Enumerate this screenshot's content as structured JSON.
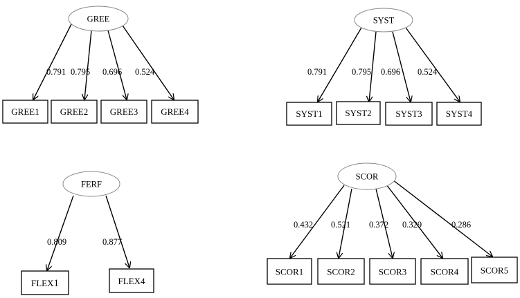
{
  "groups": {
    "gree": {
      "latent": "GREE",
      "indicators": [
        "GREE1",
        "GREE2",
        "GREE3",
        "GREE4"
      ],
      "loadings": [
        "0.791",
        "0.795",
        "0.696",
        "0.524"
      ]
    },
    "syst": {
      "latent": "SYST",
      "indicators": [
        "SYST1",
        "SYST2",
        "SYST3",
        "SYST4"
      ],
      "loadings": [
        "0.791",
        "0.795",
        "0.696",
        "0.524"
      ]
    },
    "ferf": {
      "latent": "FERF",
      "indicators": [
        "FLEX1",
        "FLEX4"
      ],
      "loadings": [
        "0.809",
        "0.877"
      ]
    },
    "scor": {
      "latent": "SCOR",
      "indicators": [
        "SCOR1",
        "SCOR2",
        "SCOR3",
        "SCOR4",
        "SCOR5"
      ],
      "loadings": [
        "0.432",
        "0.521",
        "0.372",
        "0.329",
        "0.286"
      ]
    }
  }
}
